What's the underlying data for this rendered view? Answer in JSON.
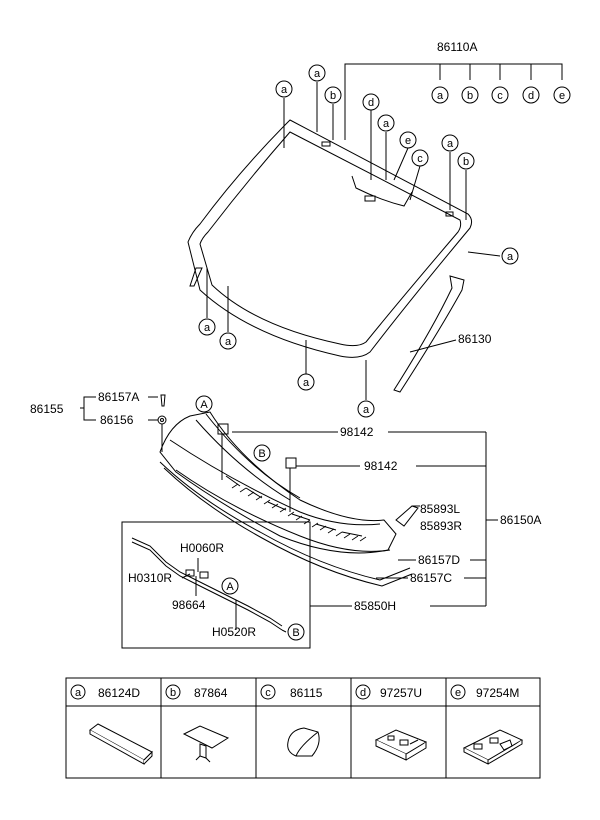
{
  "callouts": {
    "windshield": "86110A",
    "molding": "86130",
    "cowl_group": "86155",
    "cowl_top": "86157A",
    "cowl_nut": "86156",
    "clip_a": "98142",
    "clip_b": "98142",
    "seal_l": "85893L",
    "seal_r": "85893R",
    "cowl_panel": "86150A",
    "hose_d": "86157D",
    "hose_c": "86157C",
    "hose_assy": "85850H",
    "conn_1": "H0060R",
    "hose_1": "H0310R",
    "nozzle": "98664",
    "hose_2": "H0520R"
  },
  "letters": {
    "a": "a",
    "b": "b",
    "c": "c",
    "d": "d",
    "e": "e",
    "A": "A",
    "B": "B"
  },
  "parts_table": [
    {
      "letter": "a",
      "code": "86124D"
    },
    {
      "letter": "b",
      "code": "87864"
    },
    {
      "letter": "c",
      "code": "86115"
    },
    {
      "letter": "d",
      "code": "97257U"
    },
    {
      "letter": "e",
      "code": "97254M"
    }
  ]
}
